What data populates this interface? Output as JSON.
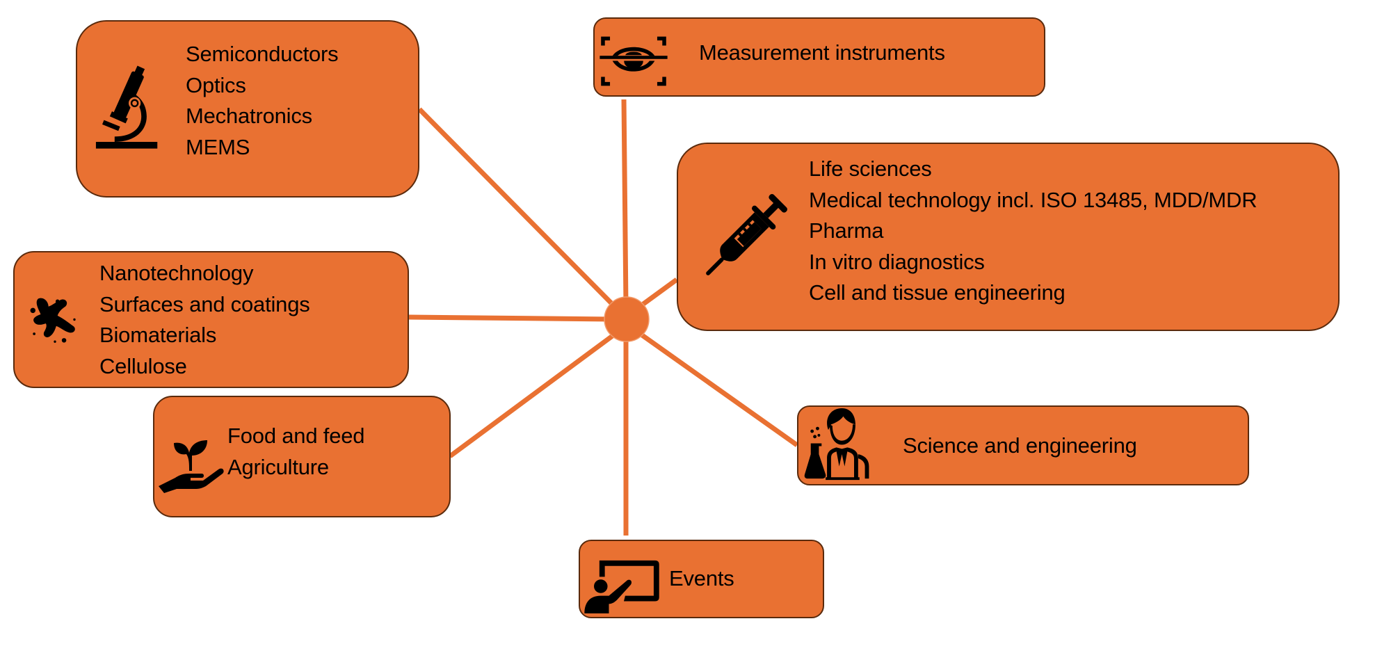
{
  "diagram": {
    "type": "hub-and-spoke",
    "colors": {
      "box_fill": "#E97132",
      "box_border": "#5A2A0C",
      "connector": "#E97132",
      "hub": "#E97132",
      "text": "#000000",
      "background": "#FFFFFF"
    },
    "hub": {
      "label": ""
    },
    "nodes": [
      {
        "id": "semi",
        "icon": "microscope-icon",
        "lines": [
          "Semiconductors",
          "Optics",
          "Mechatronics",
          "MEMS"
        ]
      },
      {
        "id": "meas",
        "icon": "eye-scan-icon",
        "lines": [
          "Measurement instruments"
        ]
      },
      {
        "id": "life",
        "icon": "syringe-icon",
        "lines": [
          "Life sciences",
          "Medical technology incl. ISO 13485, MDD/MDR",
          "Pharma",
          "In vitro diagnostics",
          "Cell and tissue engineering"
        ]
      },
      {
        "id": "nano",
        "icon": "splash-icon",
        "lines": [
          "Nanotechnology",
          "Surfaces and coatings",
          "Biomaterials",
          "Cellulose"
        ]
      },
      {
        "id": "food",
        "icon": "plant-in-hand-icon",
        "lines": [
          "Food and feed",
          "Agriculture"
        ]
      },
      {
        "id": "sci",
        "icon": "scientist-icon",
        "lines": [
          "Science and engineering"
        ]
      },
      {
        "id": "events",
        "icon": "presentation-icon",
        "lines": [
          "Events"
        ]
      }
    ]
  }
}
